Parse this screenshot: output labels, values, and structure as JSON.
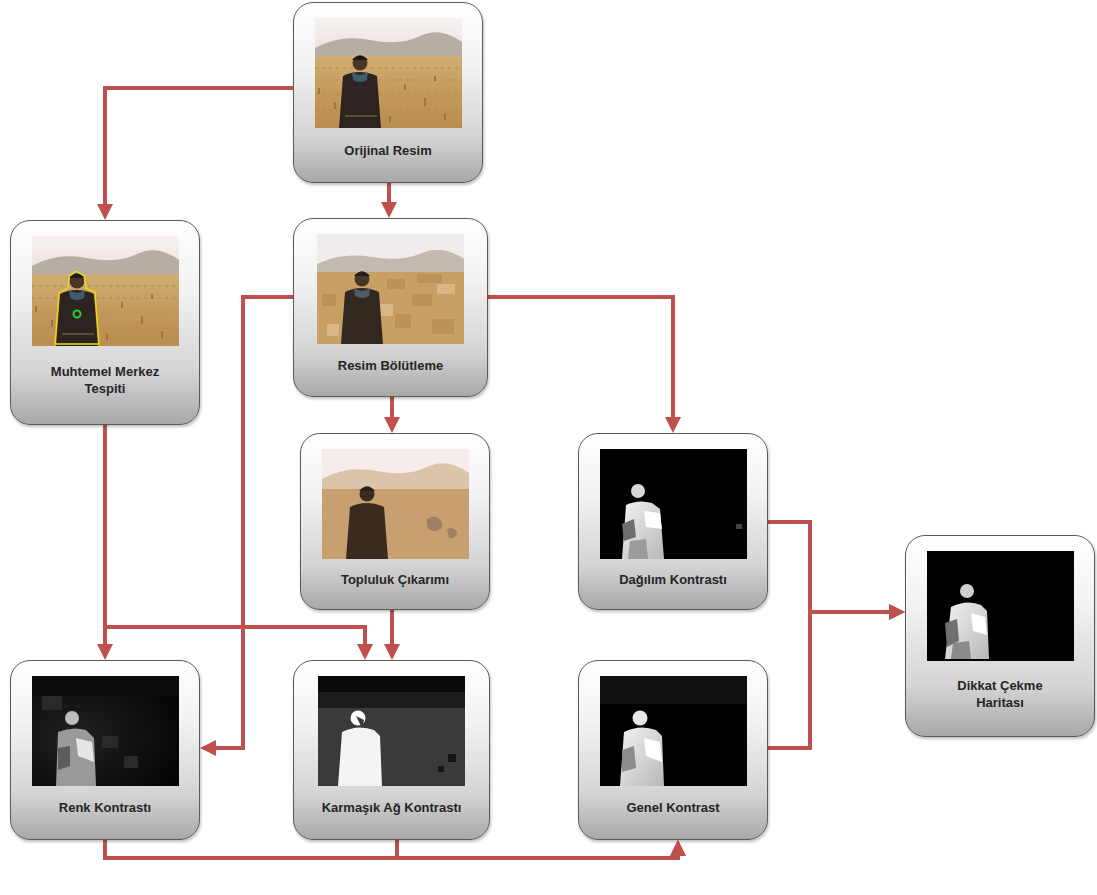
{
  "diagram": {
    "nodes": [
      {
        "text": [
          "Orijinal Resim"
        ]
      },
      {
        "text": [
          "Muhtemel Merkez Tespiti"
        ]
      },
      {
        "text": [
          "Resim Bölütleme"
        ]
      },
      {
        "text": [
          "Topluluk Çıkarımı"
        ]
      },
      {
        "text": [
          "Dağılım Kontrastı"
        ]
      },
      {
        "text": [
          "Dikkat Çekme Haritası"
        ]
      },
      {
        "text": [
          "Renk Kontrastı"
        ]
      },
      {
        "text": [
          "Karmaşık Ağ Kontrastı"
        ]
      },
      {
        "text": [
          "Genel Kontrast"
        ]
      }
    ],
    "edges": [
      {
        "from": 0,
        "to": 1,
        "arrow": "to"
      },
      {
        "from": 0,
        "to": 2,
        "arrow": "to"
      },
      {
        "from": 1,
        "to": 6,
        "arrow": "to"
      },
      {
        "from": 1,
        "to": 7,
        "arrow": "to"
      },
      {
        "from": 2,
        "to": 3,
        "arrow": "to"
      },
      {
        "from": 2,
        "to": 6,
        "arrow": "to"
      },
      {
        "from": 2,
        "to": 4,
        "arrow": "to"
      },
      {
        "from": 3,
        "to": 7,
        "arrow": "to"
      },
      {
        "from": 4,
        "to": 5,
        "arrow": "to"
      },
      {
        "from": 6,
        "to": 8,
        "arrow": "to"
      },
      {
        "from": 7,
        "to": 8,
        "arrow": "to"
      },
      {
        "from": 8,
        "to": 5,
        "arrow": "to"
      }
    ]
  }
}
